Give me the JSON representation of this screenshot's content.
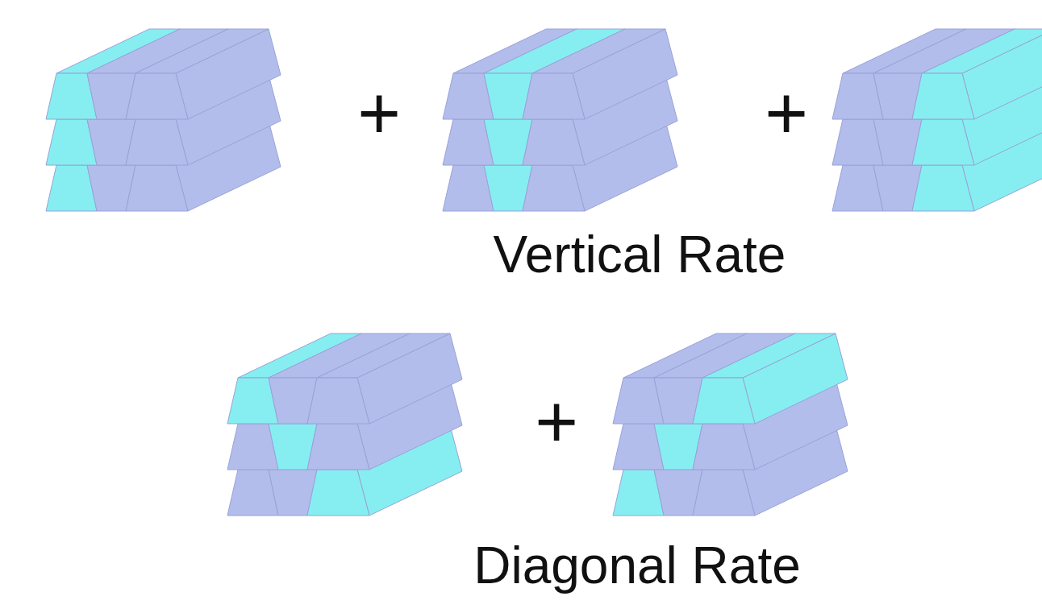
{
  "diagram": {
    "labels": [
      "+",
      "+",
      "Vertical Rate",
      "+",
      "Diagonal Rate"
    ]
  }
}
